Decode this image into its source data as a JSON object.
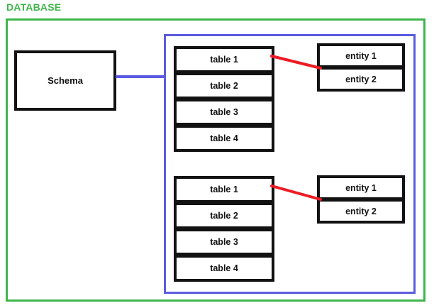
{
  "diagram": {
    "title": "DATABASE",
    "colors": {
      "database_border": "#3eb54b",
      "title_text": "#3eb54b",
      "tables_container_border": "#5b5be0",
      "schema_connector": "#5b5be0",
      "node_border": "#121212",
      "node_text": "#121212",
      "relation_line": "#ed1c24",
      "background": "#ffffff"
    },
    "schema": {
      "label": "Schema"
    },
    "groups": [
      {
        "tables": [
          {
            "label": "table 1"
          },
          {
            "label": "table 2"
          },
          {
            "label": "table 3"
          },
          {
            "label": "table 4"
          }
        ],
        "entities": [
          {
            "label": "entity 1"
          },
          {
            "label": "entity 2"
          }
        ]
      },
      {
        "tables": [
          {
            "label": "table 1"
          },
          {
            "label": "table 2"
          },
          {
            "label": "table 3"
          },
          {
            "label": "table 4"
          }
        ],
        "entities": [
          {
            "label": "entity 1"
          },
          {
            "label": "entity 2"
          }
        ]
      }
    ]
  }
}
